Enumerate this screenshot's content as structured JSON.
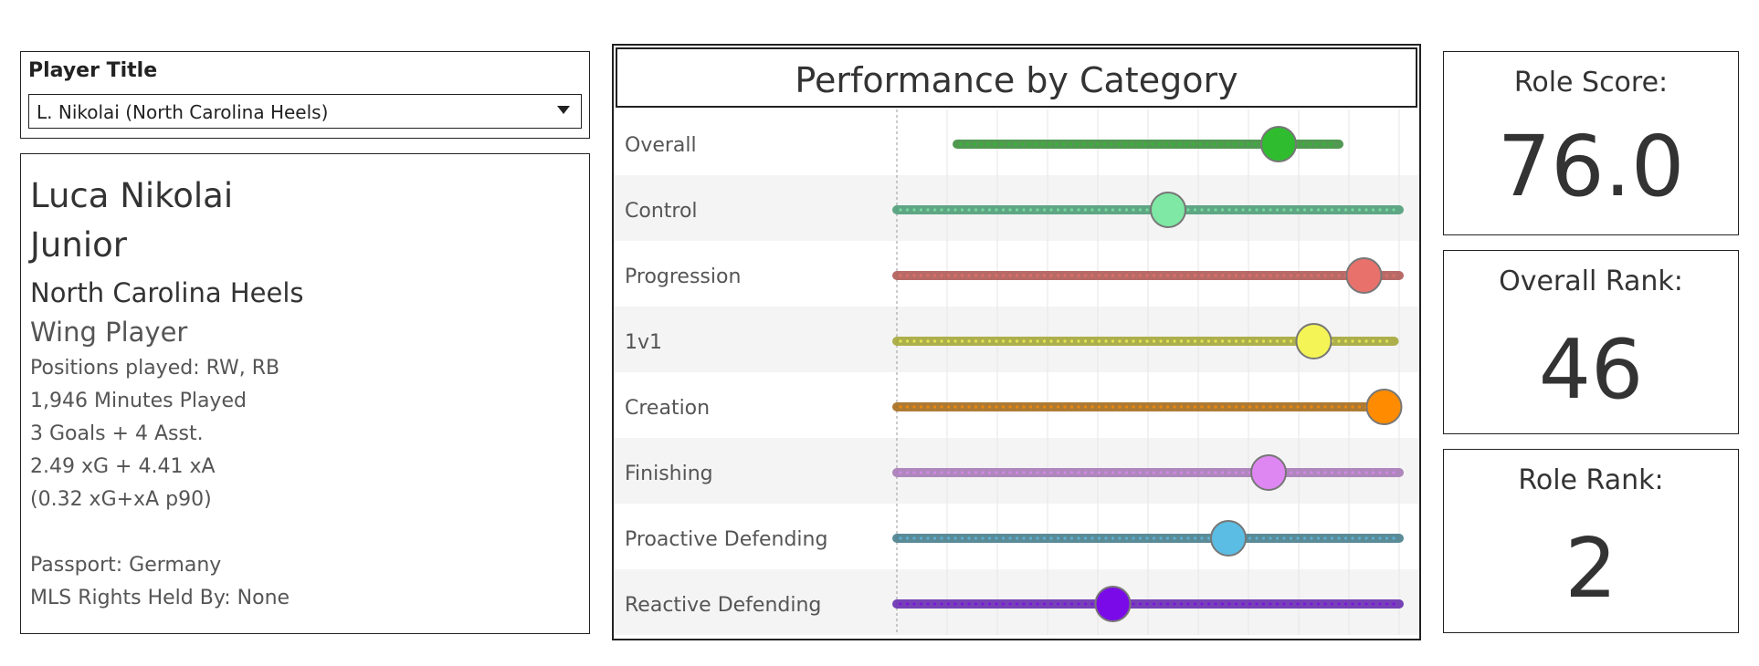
{
  "selector": {
    "title": "Player Title",
    "selected": "L. Nikolai (North Carolina Heels)"
  },
  "player": {
    "name": "Luca Nikolai",
    "year": "Junior",
    "team": "North Carolina Heels",
    "role": "Wing Player",
    "positions": "Positions played: RW, RB",
    "minutes": "1,946 Minutes Played",
    "goals_assists": "3 Goals + 4 Asst.",
    "xg_xa": "2.49 xG + 4.41 xA",
    "xg_xa_p90": "(0.32 xG+xA p90)",
    "passport": "Passport: Germany",
    "mls_rights": "MLS Rights Held By: None"
  },
  "kpis": {
    "role_score_label": "Role Score:",
    "role_score": "76.0",
    "overall_rank_label": "Overall Rank:",
    "overall_rank": "46",
    "role_rank_label": "Role Rank:",
    "role_rank": "2"
  },
  "chart_data": {
    "type": "scatter",
    "title": "Performance by Category",
    "xlim": [
      0,
      1
    ],
    "x_scale": "percentile",
    "grid": true,
    "series": [
      {
        "category": "Overall",
        "color": "#2fbd2f",
        "dist_color": "#3f8f3f",
        "range": [
          0.12,
          0.88
        ],
        "value": 0.76
      },
      {
        "category": "Control",
        "color": "#7ee8a4",
        "dist_color": "#4f9e7a",
        "range": [
          0.0,
          1.0
        ],
        "value": 0.54
      },
      {
        "category": "Progression",
        "color": "#e8716c",
        "dist_color": "#b15a57",
        "range": [
          0.0,
          1.0
        ],
        "value": 0.93
      },
      {
        "category": "1v1",
        "color": "#f4f456",
        "dist_color": "#a6a83a",
        "range": [
          0.0,
          0.99
        ],
        "value": 0.83
      },
      {
        "category": "Creation",
        "color": "#ff8c00",
        "dist_color": "#a66c1d",
        "range": [
          0.0,
          0.97
        ],
        "value": 0.97
      },
      {
        "category": "Finishing",
        "color": "#de87f2",
        "dist_color": "#a77cb6",
        "range": [
          0.0,
          1.0
        ],
        "value": 0.74
      },
      {
        "category": "Proactive Defending",
        "color": "#5bbde3",
        "dist_color": "#4a7f8c",
        "range": [
          0.0,
          1.0
        ],
        "value": 0.66
      },
      {
        "category": "Reactive Defending",
        "color": "#7a0be8",
        "dist_color": "#6a2fb0",
        "range": [
          0.0,
          1.0
        ],
        "value": 0.43
      }
    ]
  }
}
